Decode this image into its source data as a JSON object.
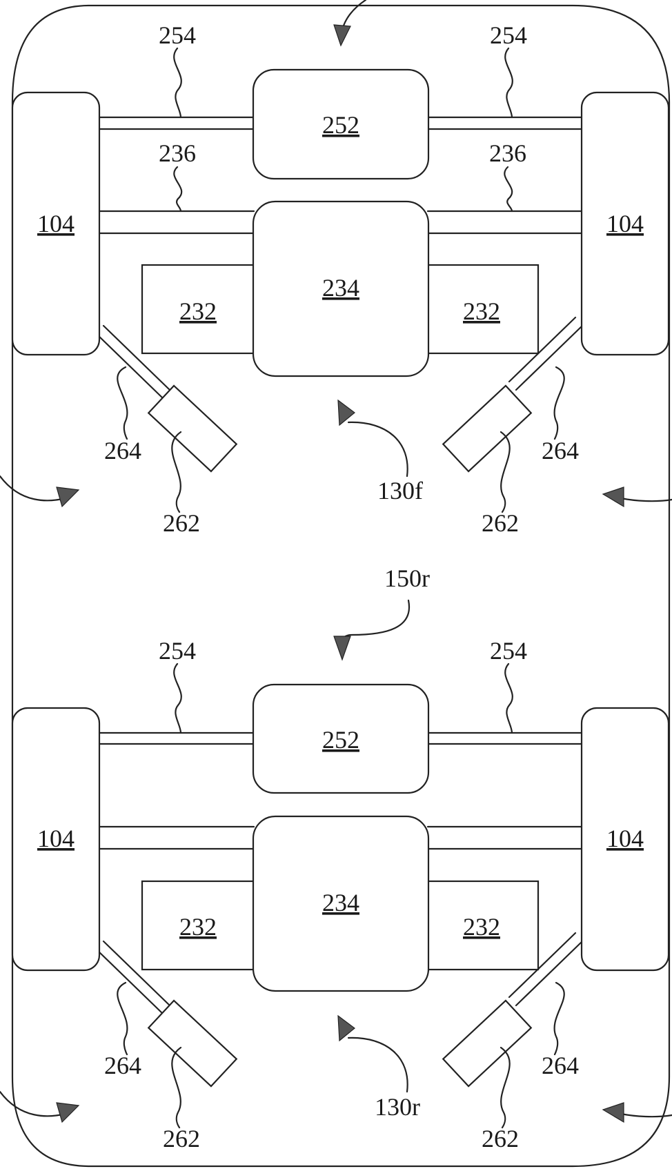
{
  "labels": {
    "wheel": "104",
    "motor": "234",
    "inverter": "232",
    "axle": "236",
    "unit": "252",
    "shaft": "254",
    "actuator": "262",
    "link": "264",
    "front_assembly": "130f",
    "rear_assembly": "130r",
    "rear_drive": "150r"
  },
  "colors": {
    "line": "#222222",
    "arrow_fill": "#555555",
    "background": "#ffffff"
  }
}
